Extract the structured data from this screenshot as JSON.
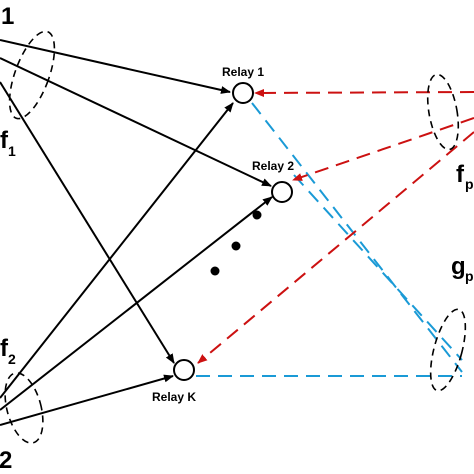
{
  "relays": [
    {
      "label": "Relay 1"
    },
    {
      "label": "Relay 2"
    },
    {
      "label": "Relay K"
    }
  ],
  "sources": [
    {
      "label": "1"
    },
    {
      "label": "2"
    }
  ],
  "channels": {
    "f1": {
      "main": "f",
      "sub": "1"
    },
    "f2": {
      "main": "f",
      "sub": "2"
    },
    "fp": {
      "main": "f",
      "sub": "p"
    },
    "gp": {
      "main": "g",
      "sub": "p"
    }
  },
  "colors": {
    "solid_links": "#000000",
    "red_dashed_links": "#cc1111",
    "blue_dashed_links": "#1a9ad6",
    "ellipses": "#000000"
  }
}
